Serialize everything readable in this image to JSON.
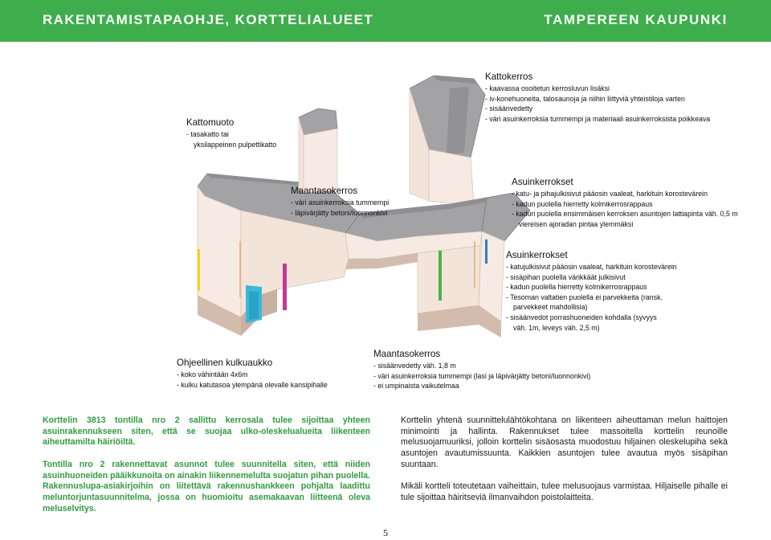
{
  "header": {
    "left_title": "RAKENTAMISTAPAOHJE, KORTTELIALUEET",
    "right_title": "TAMPEREEN KAUPUNKI"
  },
  "callouts": {
    "kattokerros": {
      "heading": "Kattokerros",
      "lines": [
        {
          "text": "- kaavassa osoitetun kerrosluvun lisäksi",
          "indent": false
        },
        {
          "text": "- iv-konehuoneita, talosaunoja ja niihin liittyviä yhteistiloja varten",
          "indent": false
        },
        {
          "text": "- sisäänvedetty",
          "indent": false
        },
        {
          "text": "- väri asuinkerroksia tummempi ja materiaali asuinkerroksista poikkeava",
          "indent": false
        }
      ]
    },
    "kattomuoto": {
      "heading": "Kattomuoto",
      "lines": [
        {
          "text": "- tasakatto tai",
          "indent": false
        },
        {
          "text": "yksilappeinen pulpettikatto",
          "indent": true
        }
      ]
    },
    "maantaso_top": {
      "heading": "Maantasokerros",
      "lines": [
        {
          "text": "- väri asuinkerroksia tummempi",
          "indent": false
        },
        {
          "text": "- läpivärjätty betoni/luonnonkivi",
          "indent": false
        }
      ]
    },
    "asuin_top": {
      "heading": "Asuinkerrokset",
      "lines": [
        {
          "text": "- katu- ja pihajulkisivut pääosin vaaleat, harkituin korostevärein",
          "indent": false
        },
        {
          "text": "- kadun puolella hierretty kolmikerrosrappaus",
          "indent": false
        },
        {
          "text": "- kadun puolella ensimmäisen kerroksen asuntojen lattiapinta väh. 0,5 m",
          "indent": false
        },
        {
          "text": "viereisen ajoradan pintaa ylemmäksi",
          "indent": true
        }
      ]
    },
    "asuin_mid": {
      "heading": "Asuinkerrokset",
      "lines": [
        {
          "text": "- katujulkisivut pääosin vaaleat, harkituin korostevärein",
          "indent": false
        },
        {
          "text": "- sisäpihan puolella värikkäät julkisivut",
          "indent": false
        },
        {
          "text": "- kadun puolella hierretty kolmikerrosrappaus",
          "indent": false
        },
        {
          "text": "- Tesoman valtatien puolella ei parvekkeita (ransk.",
          "indent": false
        },
        {
          "text": "parvekkeet mahdollisia)",
          "indent": true
        },
        {
          "text": "- sisäänvedot porrashuoneiden kohdalla (syvyys",
          "indent": false
        },
        {
          "text": "väh. 1m, leveys väh. 2,5 m)",
          "indent": true
        }
      ]
    },
    "kulkuaukko": {
      "heading": "Ohjeellinen kulkuaukko",
      "lines": [
        {
          "text": "- koko vähintään 4x6m",
          "indent": false
        },
        {
          "text": "- kulku katutasoa ylempänä olevalle kansipihalle",
          "indent": false
        }
      ]
    },
    "maantaso_bottom": {
      "heading": "Maantasokerros",
      "lines": [
        {
          "text": "- sisäänvedetty väh. 1,8 m",
          "indent": false
        },
        {
          "text": "- väri asuinkerroksia tummempi (lasi ja läpivärjätty betoni/luonnonkivi)",
          "indent": false
        },
        {
          "text": "- ei umpinaista vaikutelmaa",
          "indent": false
        }
      ]
    }
  },
  "text_left": {
    "p1": "Korttelin 3813 tontilla nro 2 sallittu kerrosala tulee sijoittaa yhteen asuinrakennukseen siten, että se suojaa ulko-oleskelualueita liikenteen aiheuttamilta häiriöiltä.",
    "p2": "Tontilla nro 2 rakennettavat asunnot tulee suunnitella siten, että niiden asuinhuoneiden pääikkunoita on ainakin liikennemelulta suojatun pihan puolella. Rakennuslupa-asiakirjoihin on liitettävä rakennushankkeen pohjalta laadittu meluntorjuntasuunnitelma, jossa on huomioitu asemakaavan liitteenä oleva meluselvitys."
  },
  "text_right": {
    "p1": "Korttelin yhtenä suunnittelulähtökohtana on liikenteen aiheuttaman melun haittojen minimointi ja hallinta. Rakennukset tulee massoitella korttelin reunoille melusuojamuuriksi, jolloin korttelin sisäosasta muodostuu hiljainen oleskelupiha sekä asuntojen avautumissuunta. Kaikkien asuntojen tulee avautua myös sisäpihan suuntaan.",
    "p2": "Mikäli kortteli toteutetaan vaiheittain, tulee melusuojaus varmistaa. Hiljaiselle pihalle ei tule sijoittaa häiritseviä ilmanvaihdon poistolaitteita."
  },
  "page_number": "5",
  "colors": {
    "accent_green": "#3dae4b",
    "text_green": "#2e9e3e",
    "roof_gray": "#a3a3a6",
    "wall_light": "#f6eae2",
    "wall_shadow": "#e8d4c8",
    "ground_floor": "#d3bcae",
    "accent_magenta": "#c23a9a",
    "accent_blue": "#2e7fc1",
    "accent_yellow": "#f3d21c",
    "accent_green_strip": "#49b34e",
    "opening_cyan": "#39b9d9"
  }
}
